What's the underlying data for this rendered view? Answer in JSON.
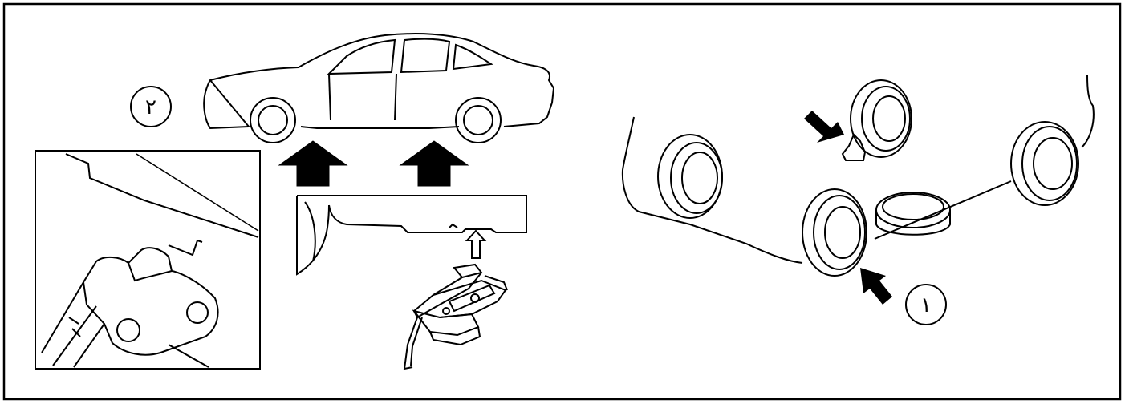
{
  "callouts": {
    "step_1": "١",
    "step_2": "٢"
  },
  "colors": {
    "line": "#000000",
    "background": "#ffffff"
  },
  "icons": {
    "arrows": "black-solid-arrow",
    "small_arrow": "hollow-up-arrow"
  }
}
